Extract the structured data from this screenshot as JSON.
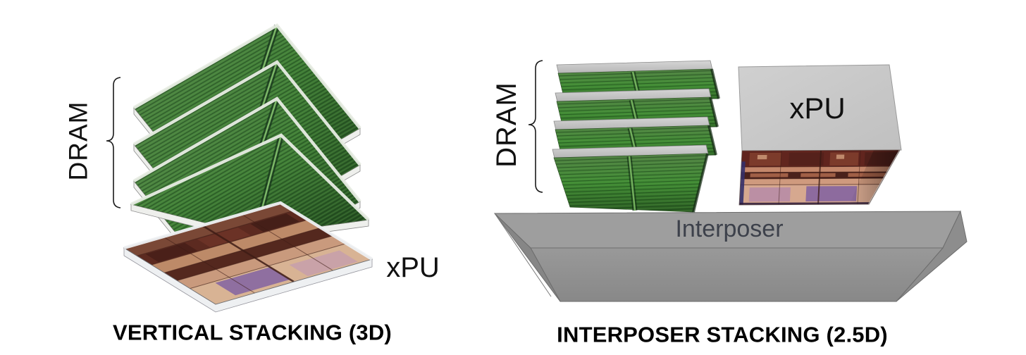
{
  "figures": {
    "left": {
      "title": "VERTICAL STACKING (3D)",
      "dram": {
        "label": "DRAM",
        "die_count": 4
      },
      "xpu": {
        "label": "xPU"
      }
    },
    "right": {
      "title": "INTERPOSER STACKING (2.5D)",
      "dram": {
        "label": "DRAM",
        "die_count": 4
      },
      "xpu": {
        "label": "xPU"
      },
      "interposer": {
        "label": "Interposer"
      }
    }
  },
  "colors": {
    "dram_green": "#3e7c35",
    "die_edge_white": "#eeefec",
    "xpu_die_brown": "#8a5140",
    "interposer_gray": "#979797",
    "label_color": "#111111",
    "interposer_label_color": "#3d414b",
    "background": "#ffffff"
  }
}
